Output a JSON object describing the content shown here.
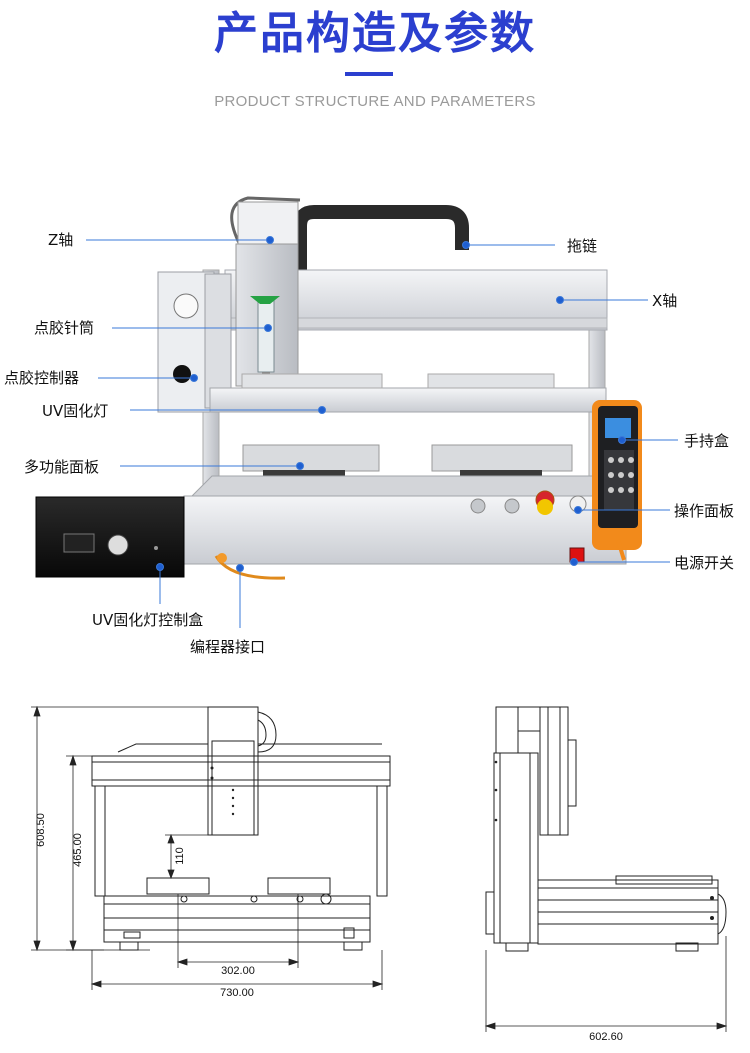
{
  "header": {
    "title": "产品构造及参数",
    "subtitle": "PRODUCT STRUCTURE AND PARAMETERS"
  },
  "accent_color": "#2b3fcf",
  "callouts": {
    "z_axis": "Z轴",
    "drag_chain": "拖链",
    "x_axis": "X轴",
    "syringe": "点胶针筒",
    "glue_controller": "点胶控制器",
    "uv_lamp": "UV固化灯",
    "handheld_box": "手持盒",
    "multi_panel": "多功能面板",
    "operation_panel": "操作面板",
    "power_switch": "电源开关",
    "uv_control_box": "UV固化灯控制盒",
    "programmer_port": "编程器接口"
  },
  "dimensions": {
    "front": {
      "overall_height": "608.50",
      "frame_height": "465.00",
      "z_travel": "110",
      "table_width": "302.00",
      "overall_width": "730.00"
    },
    "side": {
      "depth": "602.60"
    }
  }
}
